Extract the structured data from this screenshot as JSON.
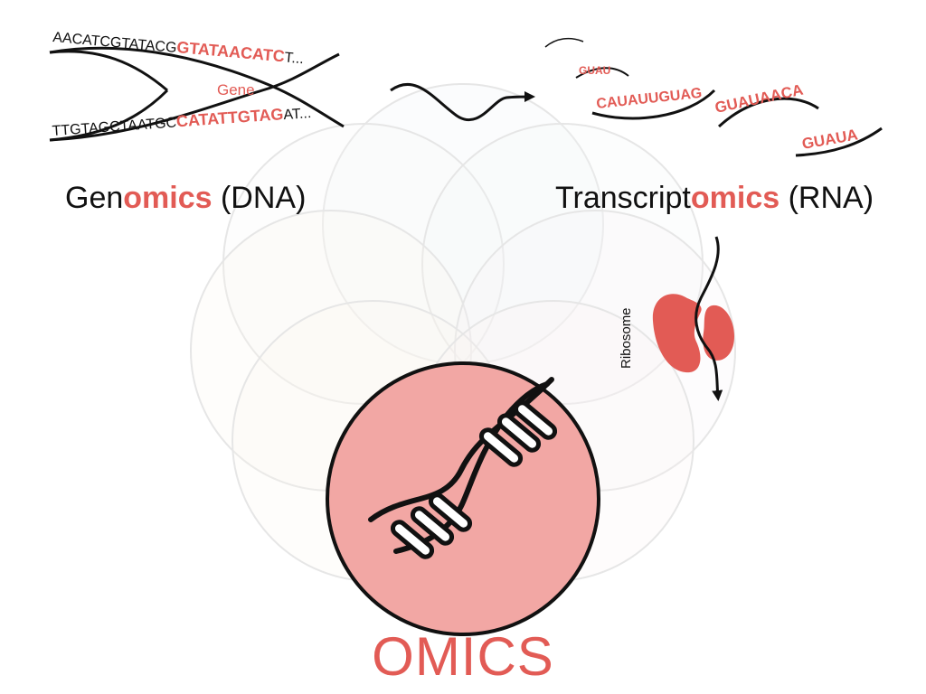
{
  "colors": {
    "accent": "#e25b55",
    "circle_fill": "#f2a7a4",
    "ribosome": "#e25b55",
    "strand": "#111111"
  },
  "dna": {
    "top_black": "AACATCGTATACG",
    "top_red": "GTATAACATC",
    "top_tail": "T...",
    "bottom_black": "TTGTAGCTAATGC",
    "bottom_red": "CATATTGTAG",
    "bottom_tail": "AT...",
    "gene_label": "Gene"
  },
  "rna": {
    "frag1": "GUAU",
    "frag2": "CAUAUUGUAG",
    "frag3": "GUAUAACA",
    "frag4": "GUAUA"
  },
  "labels": {
    "genomics_prefix": "Gen",
    "genomics_highlight": "omics",
    "genomics_suffix": " (DNA)",
    "transcriptomics_prefix": "Transcript",
    "transcriptomics_highlight": "omics",
    "transcriptomics_suffix": " (RNA)",
    "ribosome": "Ribosome",
    "omics_title": "OMICS"
  },
  "icons": {
    "center": "dna-double-helix-icon",
    "ribosome": "ribosome-icon",
    "arrow": "wavy-arrow-icon"
  }
}
